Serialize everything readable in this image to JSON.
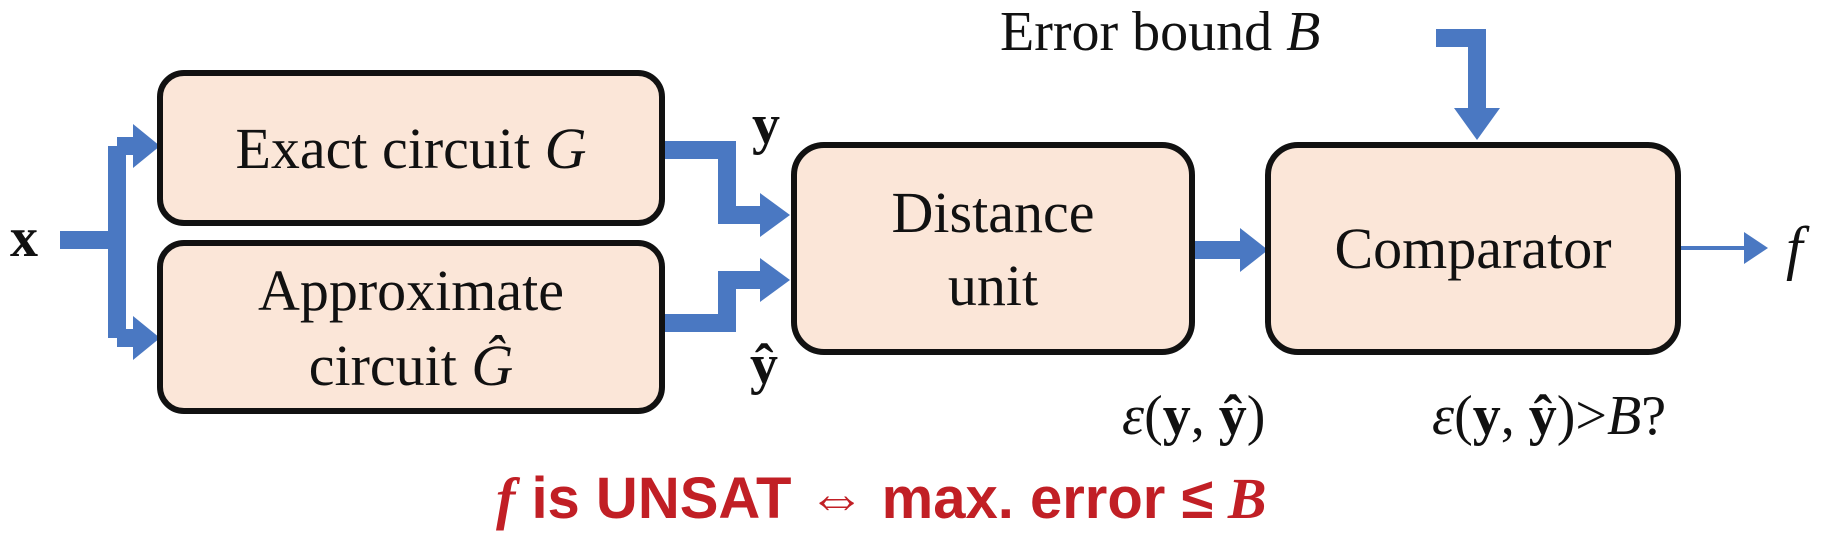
{
  "colors": {
    "arrow": "#4a78c2",
    "box_fill": "#fbe6d8",
    "box_stroke": "#111111",
    "text": "#111111",
    "highlight": "#c11f25"
  },
  "inputs": {
    "x": "x",
    "error_bound_prefix": "Error bound ",
    "error_bound_symbol": "B"
  },
  "boxes": {
    "exact": {
      "prefix": "Exact circuit ",
      "symbol": "G"
    },
    "approx": {
      "line1": "Approximate",
      "line2_prefix": "circuit ",
      "line2_symbol": "Ĝ"
    },
    "distance": {
      "line1": "Distance",
      "line2": "unit"
    },
    "comparator": {
      "label": "Comparator"
    }
  },
  "signals": {
    "y": "y",
    "y_hat": "ŷ",
    "output": "f"
  },
  "annotations": {
    "distance_expr": {
      "eps": "ε",
      "open": "(",
      "y": "y",
      "comma": ", ",
      "yhat": "ŷ",
      "close": ")"
    },
    "compare_expr": {
      "eps": "ε",
      "open": "(",
      "y": "y",
      "comma": ", ",
      "yhat": "ŷ",
      "close": ")",
      "gt": ">",
      "B": "B",
      "q": "?"
    }
  },
  "condition": {
    "f": "f",
    "is_unsat": " is UNSAT ",
    "iff": "⇔",
    "max_error": " max. error ",
    "leq": "≤",
    "B": " B"
  }
}
